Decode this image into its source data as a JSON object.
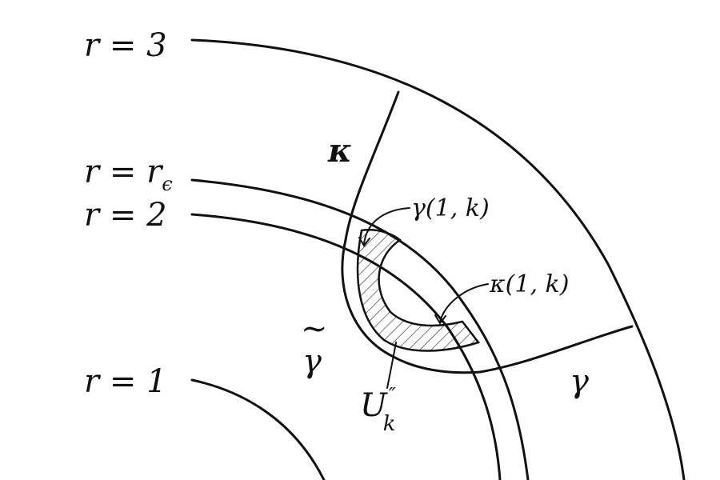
{
  "labels": {
    "r3": "r = 3",
    "r_eps": "r = r",
    "r_eps_sub": "ϵ",
    "r2": "r = 2",
    "r1": "r = 1",
    "kappa": "κ",
    "gamma_1k": "γ(1, k)",
    "kappa_1k": "κ(1, k)",
    "gamma": "γ",
    "gamma_tilde": "γ",
    "tilde": "~",
    "U": "U",
    "U_sub": "k",
    "U_sup": "″"
  }
}
